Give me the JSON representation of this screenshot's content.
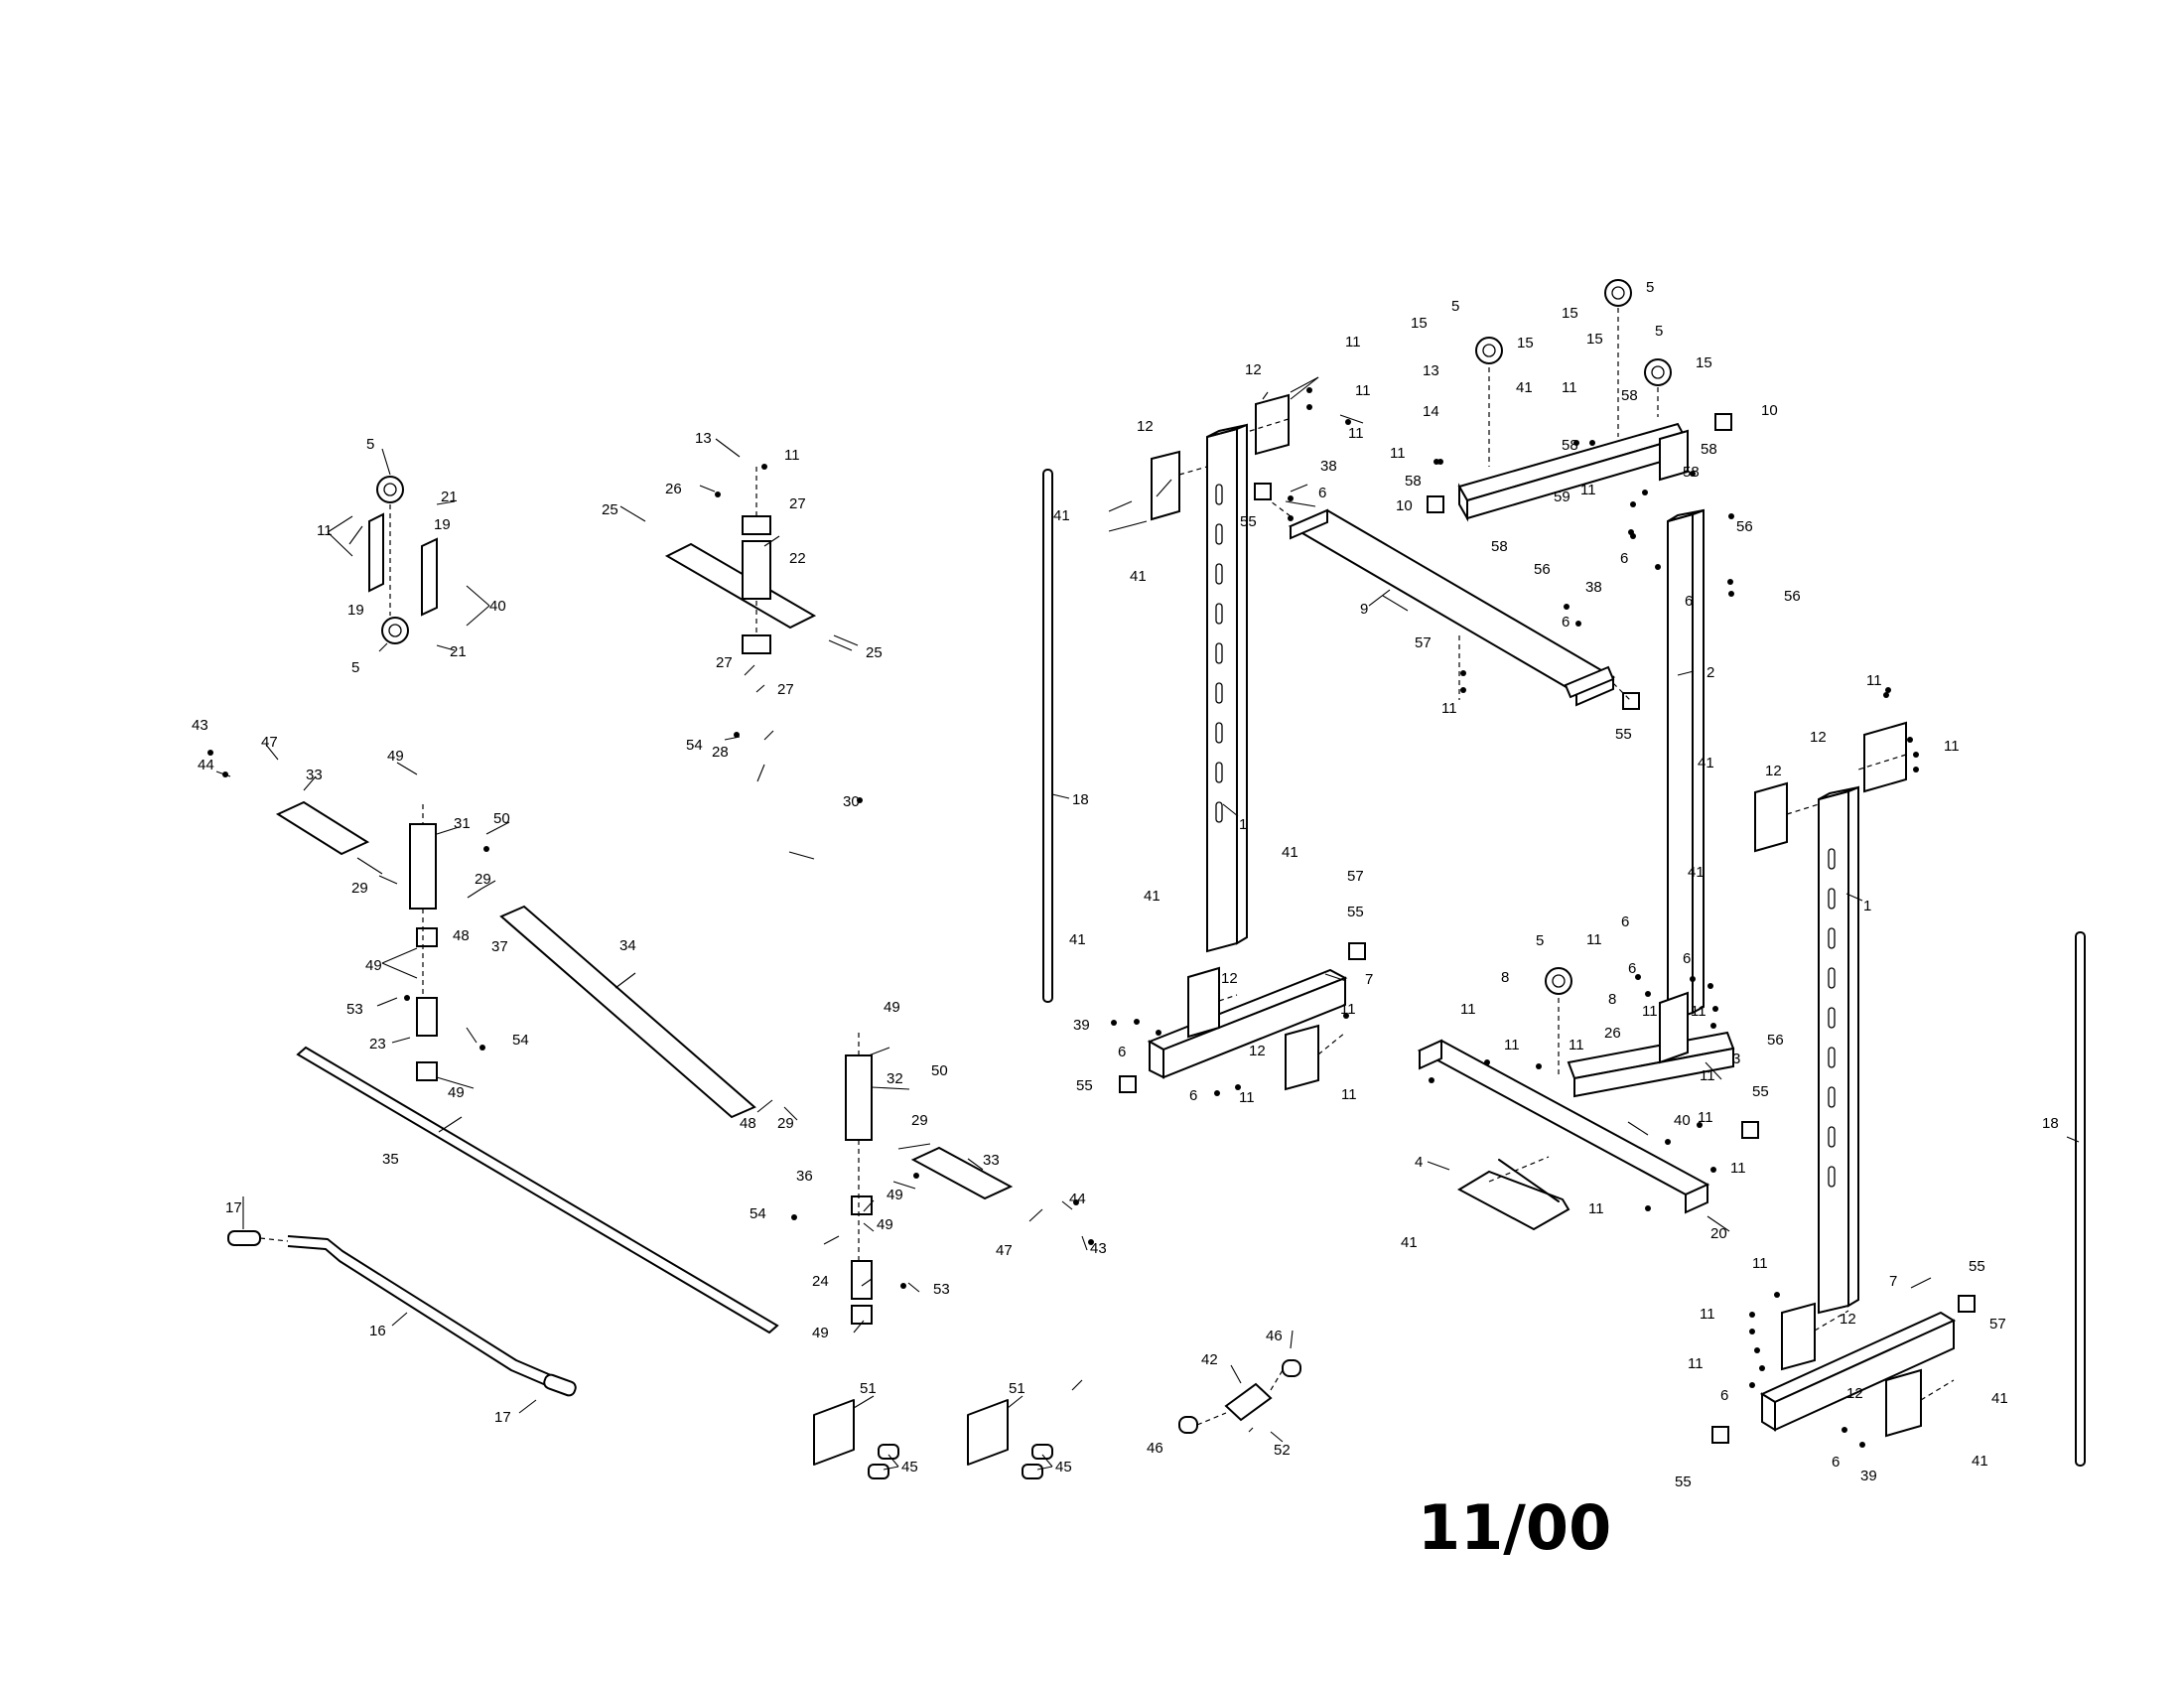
{
  "page": {
    "date_code": "11/00"
  },
  "callouts": {
    "c1": "1",
    "c2": "2",
    "c3": "3",
    "c4": "4",
    "c5": "5",
    "c6": "6",
    "c7": "7",
    "c8": "8",
    "c9": "9",
    "c10": "10",
    "c11": "11",
    "c12": "12",
    "c13": "13",
    "c14": "14",
    "c15": "15",
    "c16": "16",
    "c17": "17",
    "c18": "18",
    "c19": "19",
    "c20": "20",
    "c21": "21",
    "c22": "22",
    "c23": "23",
    "c24": "24",
    "c25": "25",
    "c26": "26",
    "c27": "27",
    "c28": "28",
    "c29": "29",
    "c30": "30",
    "c31": "31",
    "c32": "32",
    "c33": "33",
    "c34": "34",
    "c35": "35",
    "c36": "36",
    "c37": "37",
    "c38": "38",
    "c39": "39",
    "c40": "40",
    "c41": "41",
    "c42": "42",
    "c43": "43",
    "c44": "44",
    "c45": "45",
    "c46": "46",
    "c47": "47",
    "c48": "48",
    "c49": "49",
    "c50": "50",
    "c51": "51",
    "c52": "52",
    "c53": "53",
    "c54": "54",
    "c55": "55",
    "c56": "56",
    "c57": "57",
    "c58": "58",
    "c59": "59"
  }
}
